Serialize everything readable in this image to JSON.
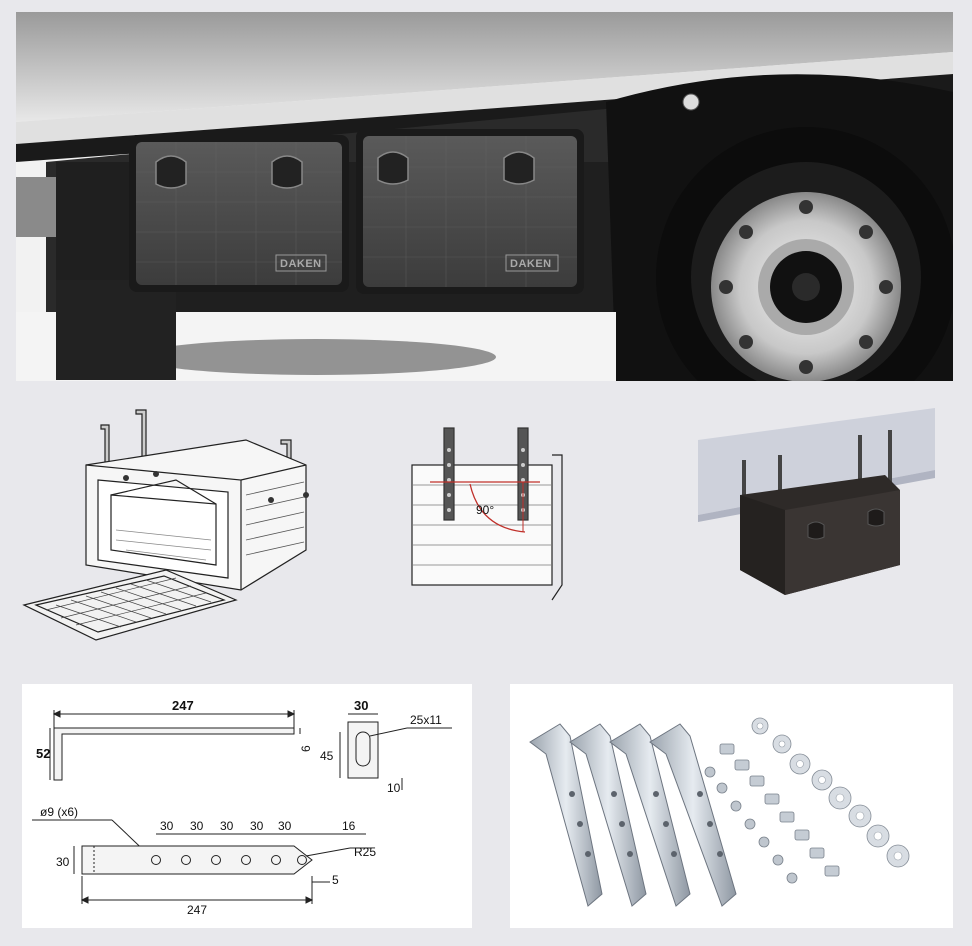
{
  "photo": {
    "brand_left": "DAKEN",
    "brand_right": "DAKEN"
  },
  "side_view": {
    "angle_label": "90°"
  },
  "drawing": {
    "top_length": "247",
    "height": "52",
    "thickness": "6",
    "width": "30",
    "slot": "25x11",
    "slot_height": "45",
    "bottom_offset": "10",
    "hole_spec": "ø9 (x6)",
    "spacings": [
      "30",
      "30",
      "30",
      "30",
      "30"
    ],
    "end_offset": "16",
    "radius": "R25",
    "plate_height": "30",
    "edge_offset": "5",
    "bottom_length": "247"
  },
  "colors": {
    "background": "#e8e8ec",
    "dim_red": "#c0302a"
  }
}
